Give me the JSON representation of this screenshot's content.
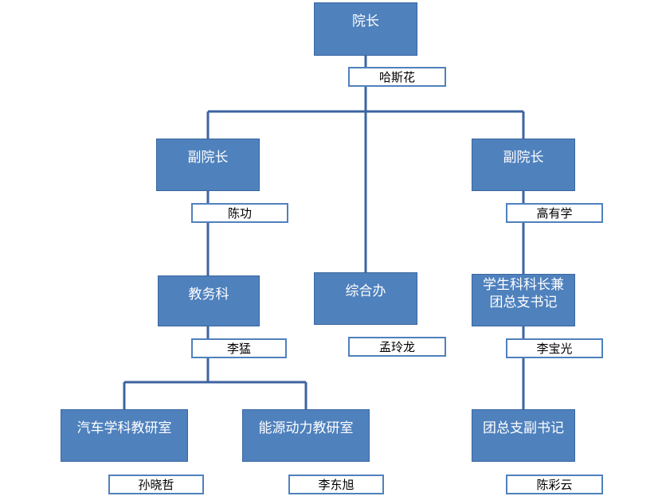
{
  "org": {
    "dean": {
      "title": "院长",
      "name": "哈斯花"
    },
    "vice_dean_1": {
      "title": "副院长",
      "name": "陈功"
    },
    "vice_dean_2": {
      "title": "副院长",
      "name": "高有学"
    },
    "academic_affairs": {
      "title": "教务科",
      "name": "李猛"
    },
    "general_office": {
      "title": "综合办",
      "name": "孟玲龙"
    },
    "student_affairs": {
      "title": "学生科科长兼团总支书记",
      "name": "李宝光"
    },
    "auto_lab": {
      "title": "汽车学科教研室",
      "name": "孙晓哲"
    },
    "energy_lab": {
      "title": "能源动力教研室",
      "name": "李东旭"
    },
    "youth_league_deputy": {
      "title": "团总支副书记",
      "name": "陈彩云"
    }
  },
  "colors": {
    "box_fill": "#4f81bd",
    "box_border": "#3a66a0",
    "line": "#3c64a0",
    "tag_border": "#4f81bd"
  }
}
